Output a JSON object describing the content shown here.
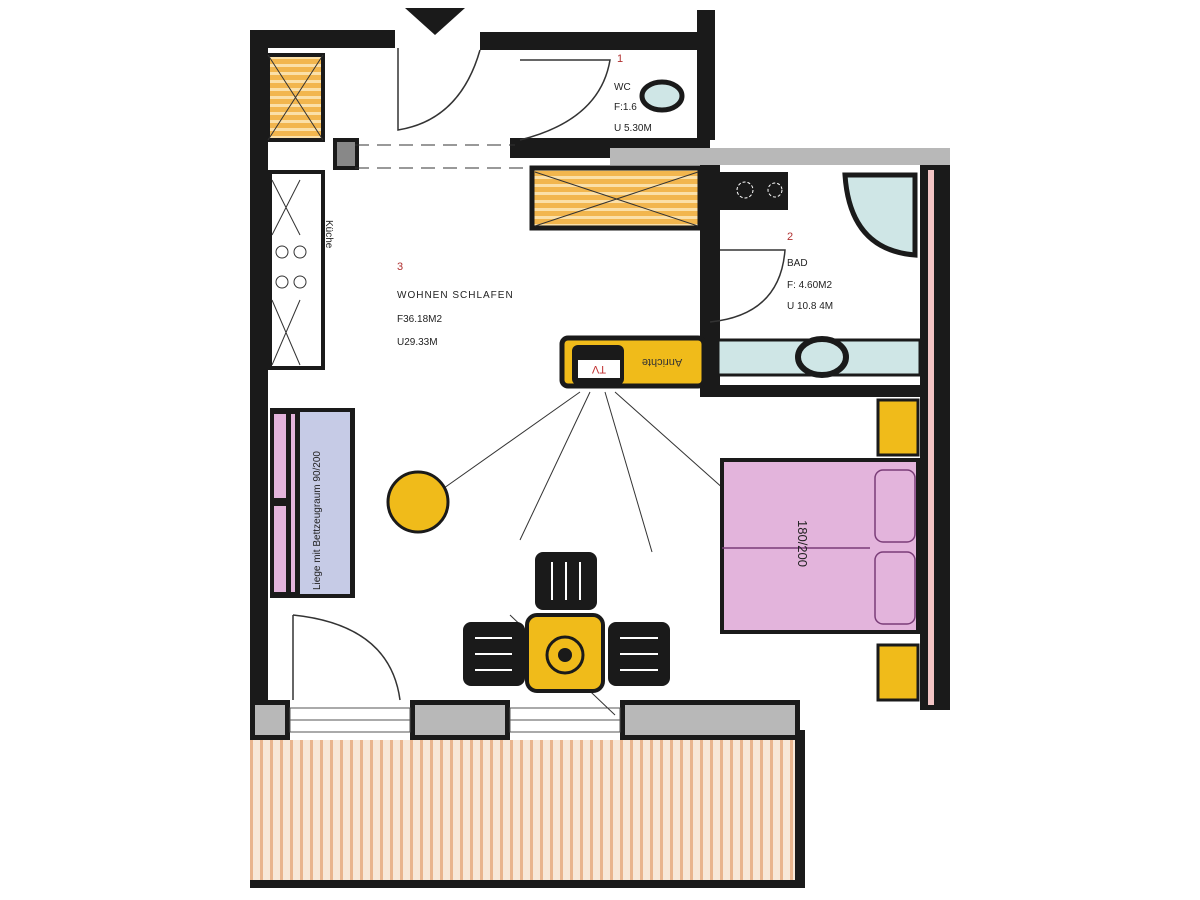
{
  "rooms": [
    {
      "number": "1",
      "name": "WC",
      "area": "F:1.6",
      "perimeter": "U 5.30M"
    },
    {
      "number": "2",
      "name": "BAD",
      "area": "F: 4.60M2",
      "perimeter": "U 10.8 4M"
    },
    {
      "number": "3",
      "name": "WOHNEN SCHLAFEN",
      "area": "F36.18M2",
      "perimeter": "U29.33M"
    }
  ],
  "furniture": {
    "kitchen": "Küche",
    "sofa": "Liege mit Bettzeugraum 90/200",
    "tv": "TV",
    "sideboard": "Anrichte",
    "bed": "180/200"
  },
  "colors": {
    "wall": "#1a1a1a",
    "yellow": "#f0bb1a",
    "wood": "#f7c77a",
    "pink": "#e3b4dc",
    "sofa": "#c6cbe6",
    "gray": "#b8b8b8",
    "water": "#cfe6e6"
  }
}
